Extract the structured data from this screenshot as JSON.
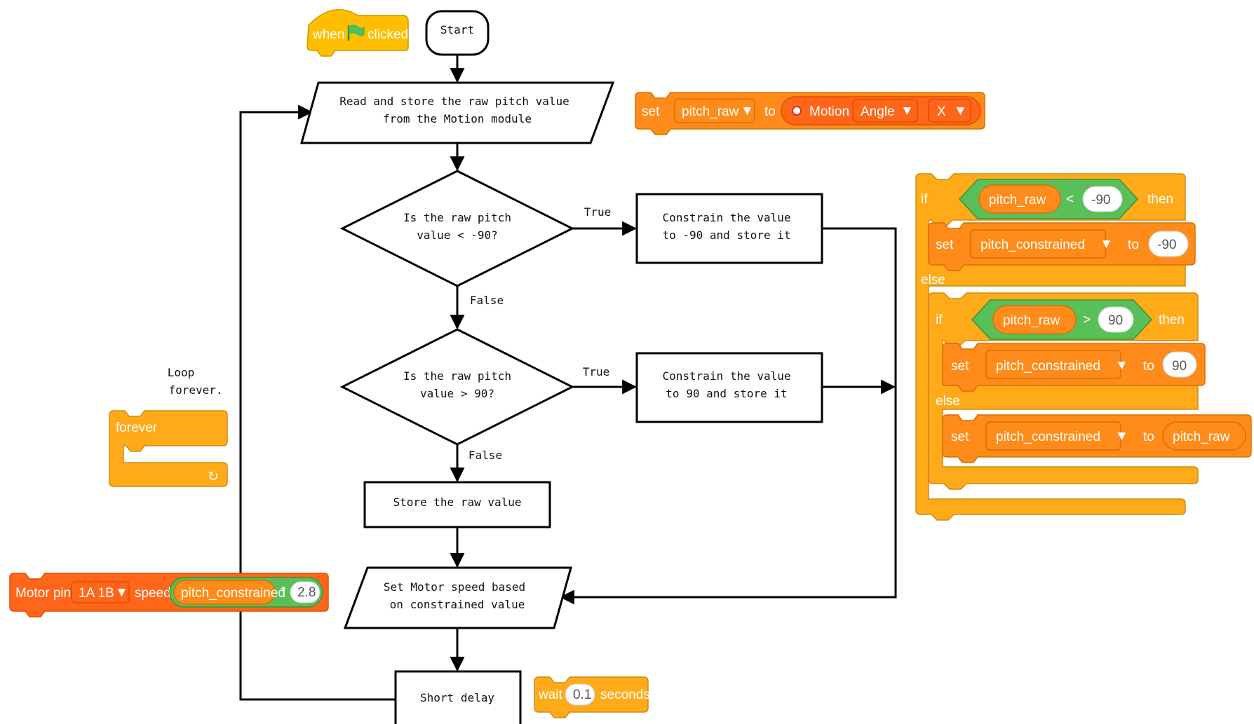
{
  "flowchart": {
    "start": "Start",
    "read_1": "Read and store the raw pitch value",
    "read_2": "from the Motion module",
    "dec1_1": "Is the raw pitch",
    "dec1_2": "value < -90?",
    "true_1": "True",
    "false_1": "False",
    "con1_1": "Constrain the value",
    "con1_2": "to -90 and store it",
    "dec2_1": "Is the raw pitch",
    "dec2_2": "value > 90?",
    "true_2": "True",
    "false_2": "False",
    "con2_1": "Constrain the value",
    "con2_2": "to 90 and store it",
    "store_raw": "Store the raw value",
    "motor_1": "Set Motor speed based",
    "motor_2": "on constrained value",
    "delay": "Short delay",
    "loop_1": "Loop",
    "loop_2": "forever."
  },
  "blocks": {
    "hat": {
      "when": "when",
      "clicked": "clicked"
    },
    "set_raw": {
      "set": "set",
      "var": "pitch_raw",
      "to": "to",
      "motion": "Motion",
      "angle": "Angle",
      "axis": "X"
    },
    "forever": {
      "label": "forever"
    },
    "motor": {
      "label": "Motor pins",
      "pins": "1A 1B",
      "speed": "speed",
      "var": "pitch_constrained",
      "op": "*",
      "factor": "2.8"
    },
    "wait": {
      "wait": "wait",
      "value": "0.1",
      "seconds": "seconds"
    },
    "if_outer": {
      "if": "if",
      "var": "pitch_raw",
      "op": "<",
      "value": "-90",
      "then": "then",
      "else": "else"
    },
    "set_c1": {
      "set": "set",
      "var": "pitch_constrained",
      "to": "to",
      "value": "-90"
    },
    "if_inner": {
      "if": "if",
      "var": "pitch_raw",
      "op": ">",
      "value": "90",
      "then": "then",
      "else": "else"
    },
    "set_c2": {
      "set": "set",
      "var": "pitch_constrained",
      "to": "to",
      "value": "90"
    },
    "set_c3": {
      "set": "set",
      "var": "pitch_constrained",
      "to": "to",
      "value": "pitch_raw"
    }
  },
  "colors": {
    "events": "#FFBF00",
    "control": "#FFAB19",
    "variables": "#FF8C1A",
    "operators": "#59C059",
    "motion_sensor": "#FF661A",
    "motor": "#FF661A"
  }
}
